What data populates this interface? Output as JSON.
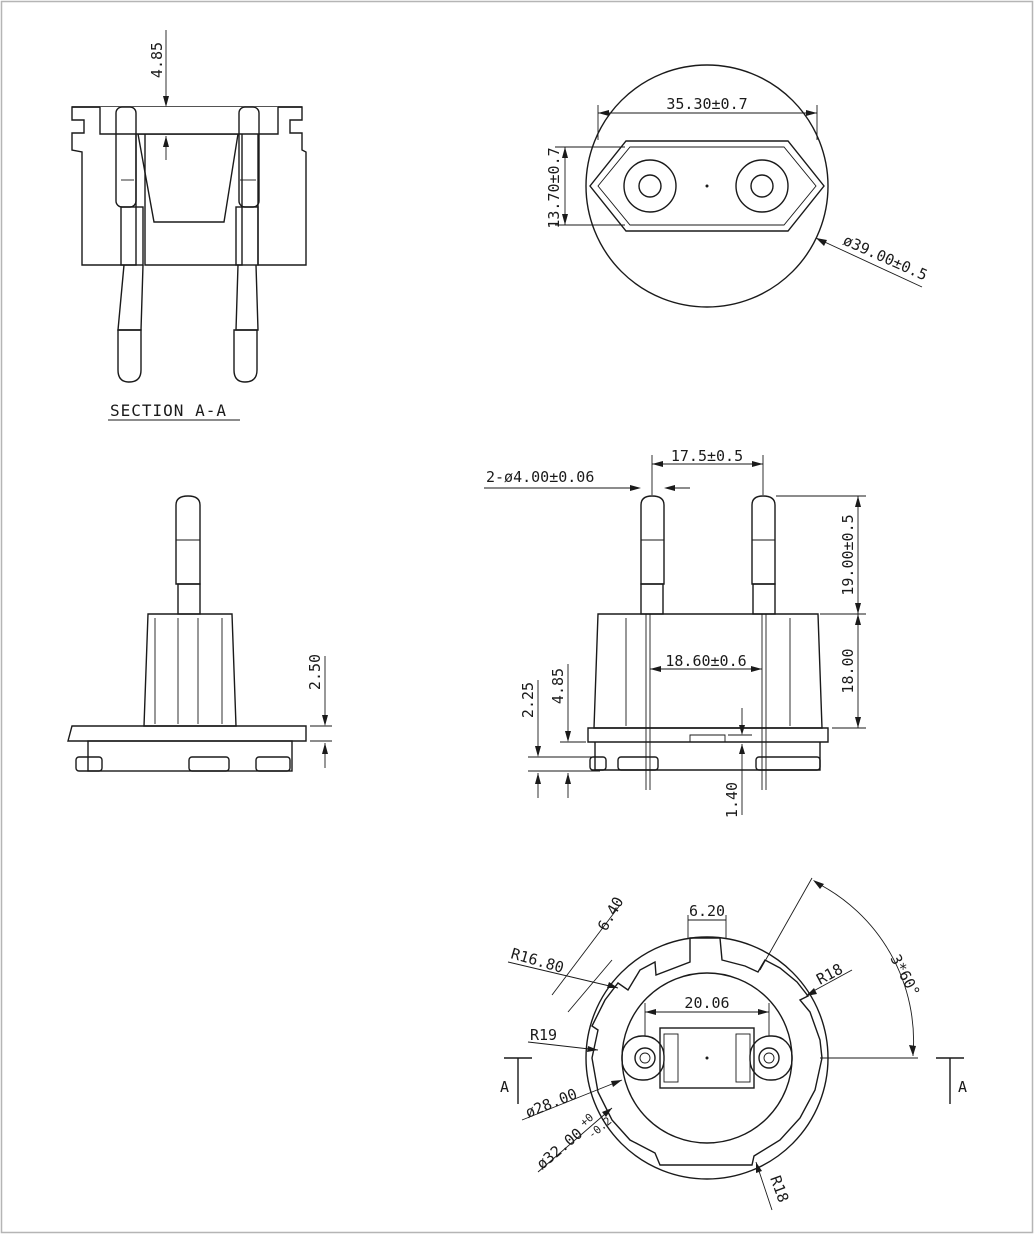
{
  "section": {
    "caption": "SECTION A-A",
    "depth": "4.85"
  },
  "front_view": {
    "width": "35.30±0.7",
    "height": "13.70±0.7",
    "diameter": "ø39.00±0.5"
  },
  "side_view": {
    "flange": "2.50"
  },
  "elevation": {
    "pin_spacing": "17.5±0.5",
    "pin_diameter": "2-ø4.00±0.06",
    "pin_length": "19.00±0.5",
    "body_height": "18.00",
    "body_inner": "18.60±0.6",
    "d_225": "2.25",
    "d_485": "4.85",
    "d_140": "1.40"
  },
  "bottom_view": {
    "slot_width": "6.20",
    "key": "6.40",
    "r1680": "R16.80",
    "r19": "R19",
    "d2800": "ø28.00",
    "d3200": "ø32.00",
    "tol_plus": "+0",
    "tol_minus": "-0.2",
    "r18_a": "R18",
    "r18_b": "R18",
    "angle": "3*60°",
    "pad_spacing": "20.06",
    "section_left": "A",
    "section_right": "A"
  }
}
